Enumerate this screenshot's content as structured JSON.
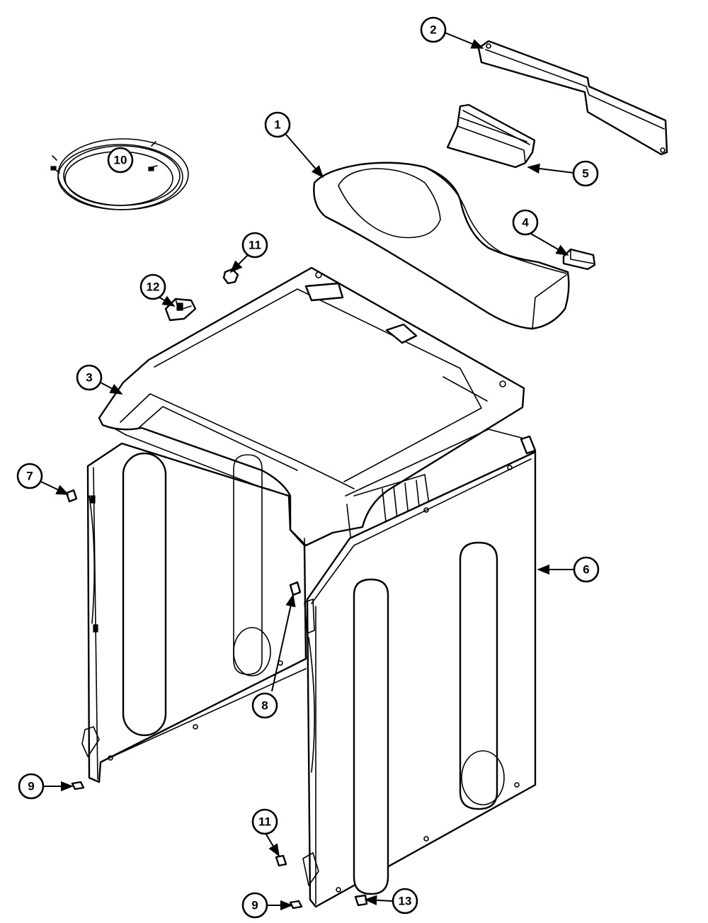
{
  "callouts": [
    {
      "id": "c1",
      "label": "1"
    },
    {
      "id": "c2",
      "label": "2"
    },
    {
      "id": "c3",
      "label": "3"
    },
    {
      "id": "c4",
      "label": "4"
    },
    {
      "id": "c5",
      "label": "5"
    },
    {
      "id": "c6",
      "label": "6"
    },
    {
      "id": "c7",
      "label": "7"
    },
    {
      "id": "c8",
      "label": "8"
    },
    {
      "id": "c9a",
      "label": "9"
    },
    {
      "id": "c9b",
      "label": "9"
    },
    {
      "id": "c10",
      "label": "10"
    },
    {
      "id": "c11a",
      "label": "11"
    },
    {
      "id": "c11b",
      "label": "11"
    },
    {
      "id": "c12",
      "label": "12"
    },
    {
      "id": "c13",
      "label": "13"
    }
  ]
}
